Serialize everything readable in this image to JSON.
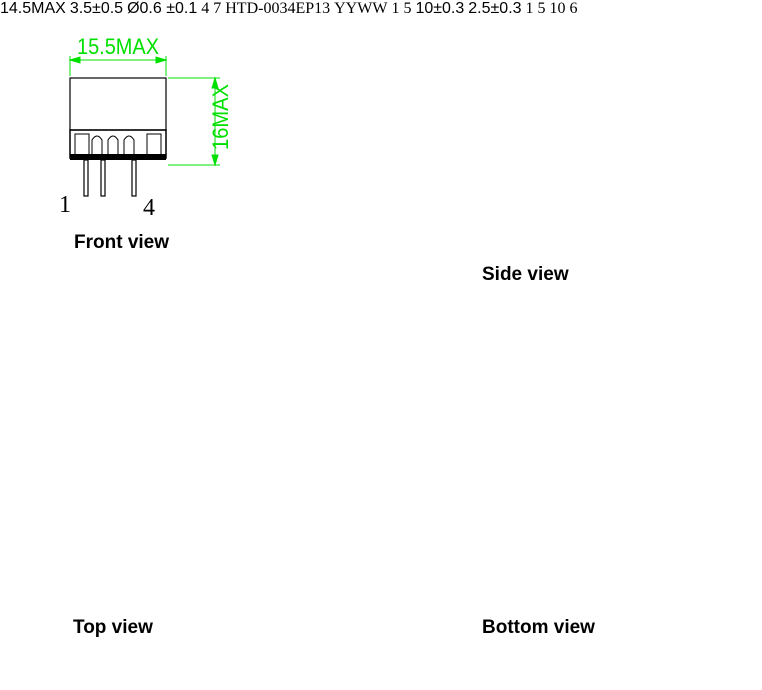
{
  "views": {
    "front": {
      "caption": "Front view",
      "width_label": "15.5MAX",
      "height_label": "16MAX",
      "pin_left": "1",
      "pin_right": "4"
    },
    "side": {
      "caption": "Side view",
      "width_label": "14.5MAX",
      "height_label": "3.5±0.5",
      "pin_dia_label": "Ø0.6 ±0.1",
      "pin_left": "4",
      "pin_right": "7"
    },
    "top": {
      "caption": "Top view",
      "marking_line1": "HTD-0034EP13",
      "marking_line2": "YYWW",
      "pin_left": "1",
      "pin_right": "5"
    },
    "bottom": {
      "caption": "Bottom view",
      "height_label": "10±0.3",
      "pitch_label": "2.5±0.3",
      "pin_top_left": "1",
      "pin_top_right": "5",
      "pin_bottom_left": "10",
      "pin_bottom_right": "6"
    }
  },
  "colors": {
    "dimension": "#00e000",
    "outline": "#000000"
  }
}
